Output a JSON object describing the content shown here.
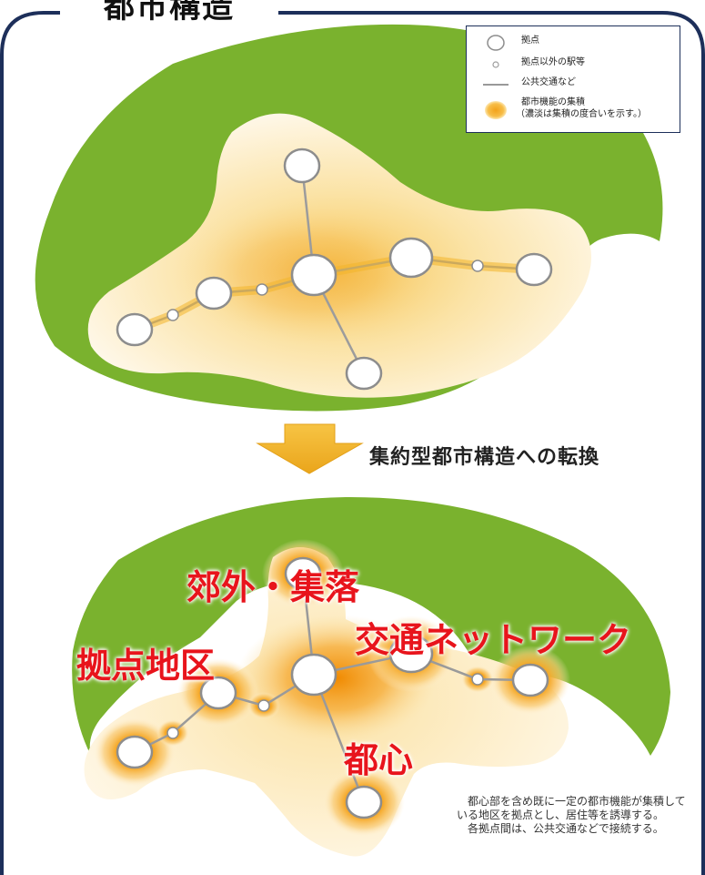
{
  "title": "都市構造",
  "legend": {
    "items": [
      {
        "label": "拠点"
      },
      {
        "label": "拠点以外の駅等"
      },
      {
        "label": "公共交通など"
      },
      {
        "label": "都市機能の集積",
        "sub": "（濃淡は集積の度合いを示す。）"
      }
    ]
  },
  "transition_label": "集約型都市構造への転換",
  "labels": {
    "suburb": "郊外・集落",
    "network": "交通ネットワーク",
    "hub_district": "拠点地区",
    "center": "都心"
  },
  "note": {
    "line1": "都心部を含め既に一定の都市機能が集積している地区を拠点とし、居住等を誘導する。",
    "line2": "各拠点間は、公共交通などで接続する。"
  },
  "colors": {
    "frame": "#1d2f5a",
    "green": "#7ab22e",
    "accent_orange": "#f3a81c",
    "label_red": "#e8141c"
  }
}
